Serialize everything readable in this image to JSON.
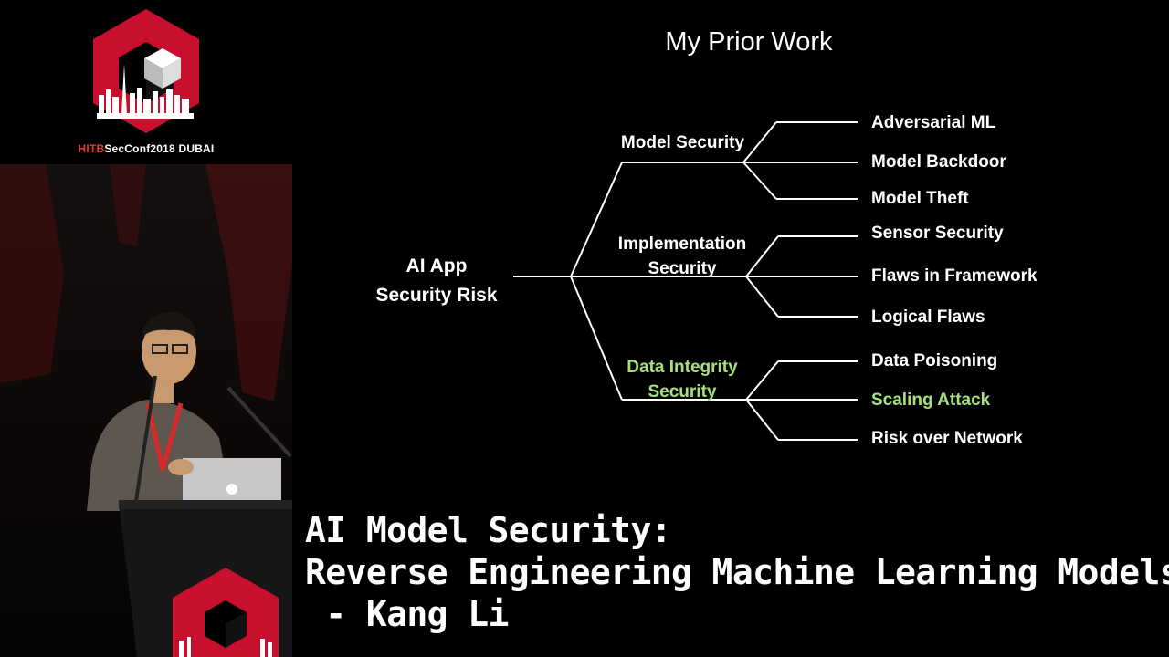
{
  "logo": {
    "caption_red": "HITB",
    "caption_white": "SecConf2018 DUBAI",
    "brand_red": "#c8102e"
  },
  "slide": {
    "title": "My Prior Work",
    "root": {
      "line1": "AI App",
      "line2": "Security Risk"
    },
    "branches": [
      {
        "label_line1": "Model Security",
        "label_line2": "",
        "highlight": false,
        "leaves": [
          {
            "label": "Adversarial ML",
            "highlight": false
          },
          {
            "label": "Model Backdoor",
            "highlight": false
          },
          {
            "label": "Model Theft",
            "highlight": false
          }
        ]
      },
      {
        "label_line1": "Implementation",
        "label_line2": "Security",
        "highlight": false,
        "leaves": [
          {
            "label": "Sensor Security",
            "highlight": false
          },
          {
            "label": "Flaws in Framework",
            "highlight": false
          },
          {
            "label": "Logical Flaws",
            "highlight": false
          }
        ]
      },
      {
        "label_line1": "Data Integrity",
        "label_line2": "Security",
        "highlight": true,
        "leaves": [
          {
            "label": "Data Poisoning",
            "highlight": false
          },
          {
            "label": "Scaling Attack",
            "highlight": true
          },
          {
            "label": "Risk over Network",
            "highlight": false
          }
        ]
      }
    ],
    "highlight_color": "#a6e27b"
  },
  "caption": {
    "line1": "AI Model Security:",
    "line2": "Reverse Engineering Machine Learning Models",
    "line3": " - Kang Li"
  }
}
